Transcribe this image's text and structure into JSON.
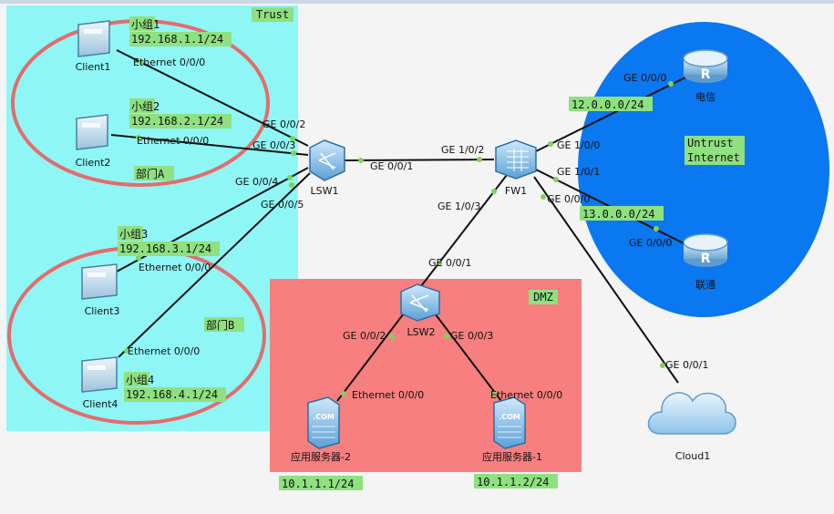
{
  "zones": {
    "trust": "Trust",
    "dmz": "DMZ",
    "untrust_line1": "Untrust",
    "untrust_line2": "Internet"
  },
  "groups": {
    "dept_a": "部门A",
    "dept_b": "部门B",
    "g1_name": "小组1",
    "g1_ip": "192.168.1.1/24",
    "g2_name": "小组2",
    "g2_ip": "192.168.2.1/24",
    "g3_name": "小组3",
    "g3_ip": "192.168.3.1/24",
    "g4_name": "小组4",
    "g4_ip": "192.168.4.1/24"
  },
  "devices": {
    "client1": "Client1",
    "client2": "Client2",
    "client3": "Client3",
    "client4": "Client4",
    "lsw1": "LSW1",
    "lsw2": "LSW2",
    "fw1": "FW1",
    "telecom": "电信",
    "unicom": "联通",
    "cloud1": "Cloud1",
    "server2": "应用服务器-2",
    "server1": "应用服务器-1"
  },
  "ports": {
    "c1_eth": "Ethernet 0/0/0",
    "c2_eth": "Ethernet 0/0/0",
    "c3_eth": "Ethernet 0/0/0",
    "c4_eth": "Ethernet 0/0/0",
    "lsw1_g2": "GE 0/0/2",
    "lsw1_g3": "GE 0/0/3",
    "lsw1_g4": "GE 0/0/4",
    "lsw1_g5": "GE 0/0/5",
    "lsw1_g1": "GE 0/0/1",
    "fw_g12": "GE 1/0/2",
    "fw_g13": "GE 1/0/3",
    "fw_g10": "GE 1/0/0",
    "fw_g11": "GE 1/0/1",
    "fw_g000": "GE 0/0/0",
    "telecom_g": "GE 0/0/0",
    "unicom_g": "GE 0/0/0",
    "lsw2_g1": "GE 0/0/1",
    "lsw2_g2": "GE 0/0/2",
    "lsw2_g3": "GE 0/0/3",
    "s2_eth": "Ethernet 0/0/0",
    "s1_eth": "Ethernet 0/0/0",
    "cloud_g": "GE 0/0/1"
  },
  "subnets": {
    "telecom": "12.0.0.0/24",
    "unicom": "13.0.0.0/24",
    "server2_ip": "10.1.1.1/24",
    "server1_ip": "10.1.1.2/24"
  },
  "icons": {
    "client": "pc-terminal-icon",
    "switch": "switch-icon",
    "firewall": "firewall-icon",
    "router": "router-icon",
    "server": "server-icon",
    "cloud": "cloud-icon"
  },
  "colors": {
    "trust_zone": "#8ff6f6",
    "dmz_zone": "#f77f7f",
    "untrust_zone": "#0a78f0",
    "group_ring": "#e46c6c",
    "label_bg": "#8fe07f",
    "link": "#111111",
    "port_dot": "#7fd35a"
  }
}
